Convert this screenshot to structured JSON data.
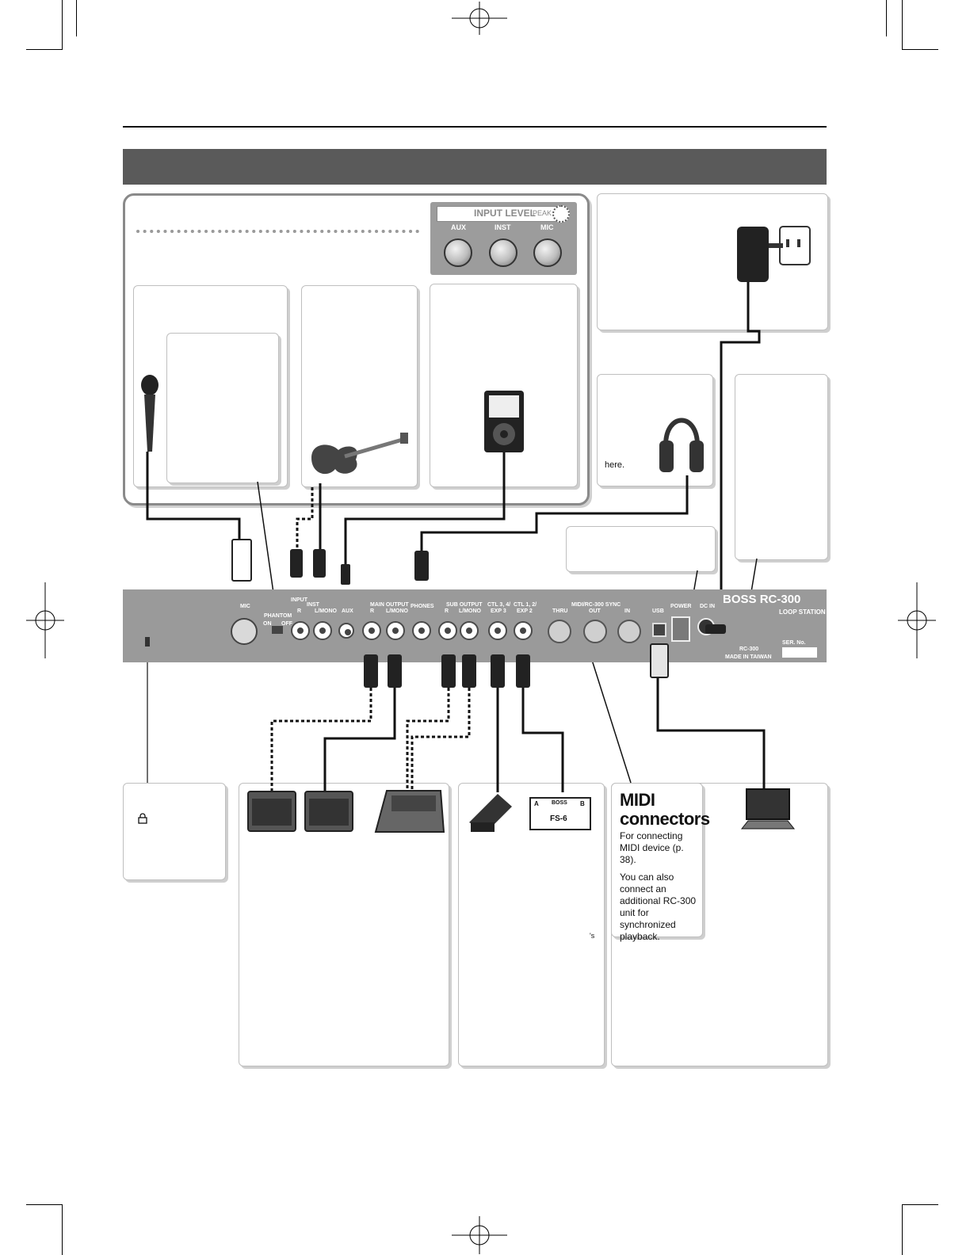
{
  "panel": {
    "input_level_title": "INPUT LEVEL",
    "peak_label": "PEAK",
    "knobs": [
      {
        "label": "AUX"
      },
      {
        "label": "INST"
      },
      {
        "label": "MIC"
      }
    ],
    "labels": {
      "mic": "MIC",
      "phantom": "PHANTOM",
      "input": "INPUT",
      "inst": "INST",
      "inst_r": "R",
      "inst_lmono": "L/MONO",
      "aux": "AUX",
      "main_output": "MAIN OUTPUT",
      "main_r": "R",
      "main_lmono": "L/MONO",
      "phones": "PHONES",
      "sub_output": "SUB OUTPUT",
      "sub_r": "R",
      "sub_lmono": "L/MONO",
      "ctl34": "CTL 3, 4/",
      "exp3": "EXP 3",
      "ctl12": "CTL 1, 2/",
      "exp2": "EXP 2",
      "midi_sync": "MIDI/RC-300 SYNC",
      "thru": "THRU",
      "out": "OUT",
      "in": "IN",
      "usb": "USB",
      "power": "POWER",
      "dc_in": "DC IN",
      "on": "ON",
      "off": "OFF",
      "made_in": "MADE IN TAIWAN",
      "model": "RC-300",
      "ser_no": "SER. No."
    },
    "brand": "BOSS",
    "model_name": "RC-300",
    "product_sub": "LOOP STATION"
  },
  "callouts": {
    "phones_text": "here.",
    "midi_title_line1": "MIDI",
    "midi_title_line2": "connectors",
    "midi_p1": "For connecting MIDI device (p. 38).",
    "midi_p2": "You can also connect an additional RC-300 unit for synchronized playback.",
    "stray_mark": "'s"
  },
  "device_labels": {
    "footswitch": "FS-6",
    "footswitch_brand": "BOSS",
    "fs_a": "A",
    "fs_b": "B"
  },
  "colors": {
    "header_band": "#5a5a5a",
    "panel": "#9a9a9a",
    "frame": "#8a8a8a"
  }
}
